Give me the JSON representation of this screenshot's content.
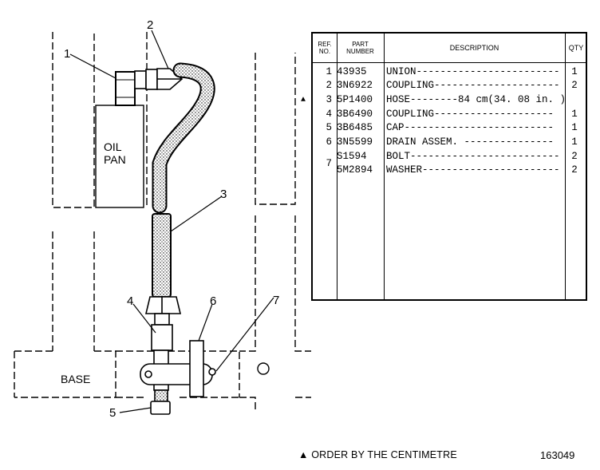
{
  "diagram": {
    "labels": {
      "oil_pan": [
        "OIL",
        "PAN"
      ],
      "base": "BASE"
    },
    "callouts": [
      "1",
      "2",
      "3",
      "4",
      "5",
      "6",
      "7"
    ]
  },
  "parts_table": {
    "headers": {
      "ref": [
        "REF.",
        "NO."
      ],
      "part": [
        "PART",
        "NUMBER"
      ],
      "description": "DESCRIPTION",
      "qty": "QTY"
    },
    "rows": [
      {
        "ref": "1",
        "part": "43935",
        "desc": "UNION------------------------",
        "qty": "1"
      },
      {
        "ref": "2",
        "part": "3N6922",
        "desc": "COUPLING---------------------",
        "qty": "2"
      },
      {
        "ref": "3",
        "part": "5P1400",
        "desc": "HOSE--------84 cm(34. 08 in. )",
        "qty": "",
        "mark": "▲"
      },
      {
        "ref": "4",
        "part": "3B6490",
        "desc": "COUPLING--------------------",
        "qty": "1"
      },
      {
        "ref": "5",
        "part": "3B6485",
        "desc": "CAP-------------------------",
        "qty": "1"
      },
      {
        "ref": "6",
        "part": "3N5599",
        "desc": "DRAIN ASSEM. ---------------",
        "qty": "1"
      },
      {
        "ref": "",
        "part": "S1594",
        "desc": "BOLT-------------------------",
        "qty": "2"
      },
      {
        "ref": "",
        "part": "5M2894",
        "desc": "WASHER-----------------------",
        "qty": "2"
      }
    ],
    "group_ref": "7"
  },
  "footnote": "▲ ORDER BY THE CENTIMETRE",
  "figure_number": "163049"
}
